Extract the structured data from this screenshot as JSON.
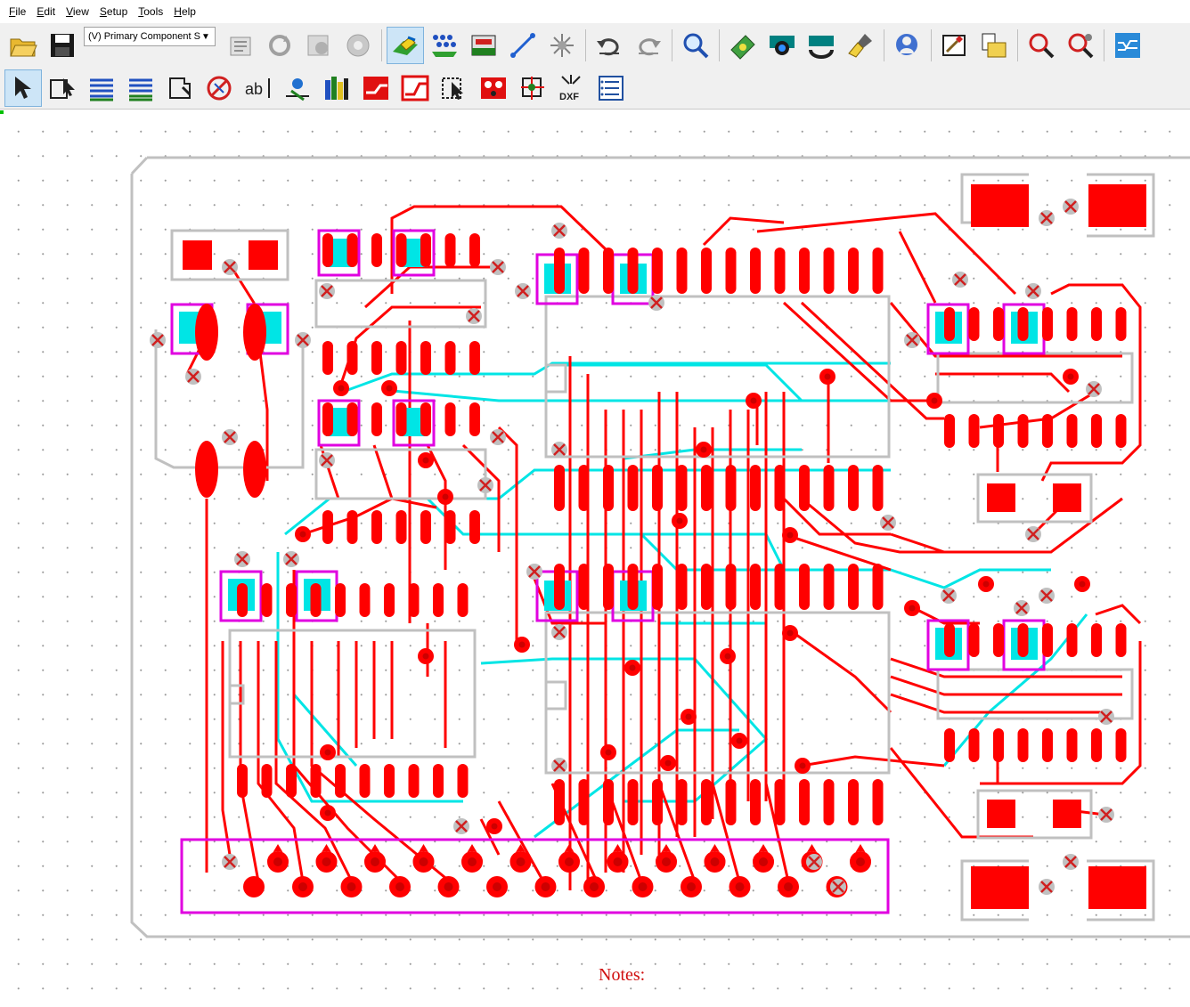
{
  "menu": [
    {
      "label": "File",
      "key": "F"
    },
    {
      "label": "Edit",
      "key": "E"
    },
    {
      "label": "View",
      "key": "V"
    },
    {
      "label": "Setup",
      "key": "S"
    },
    {
      "label": "Tools",
      "key": "T"
    },
    {
      "label": "Help",
      "key": "H"
    }
  ],
  "layer_select": {
    "value": "(V) Primary Component S"
  },
  "canvas": {
    "notes_label": "Notes:"
  },
  "colors": {
    "copper_top": "#ff0000",
    "copper_bottom": "#00e5e5",
    "silkscreen": "#c0c0c0",
    "component_outline": "#e000e0",
    "drill_hole": "#cc0000"
  }
}
